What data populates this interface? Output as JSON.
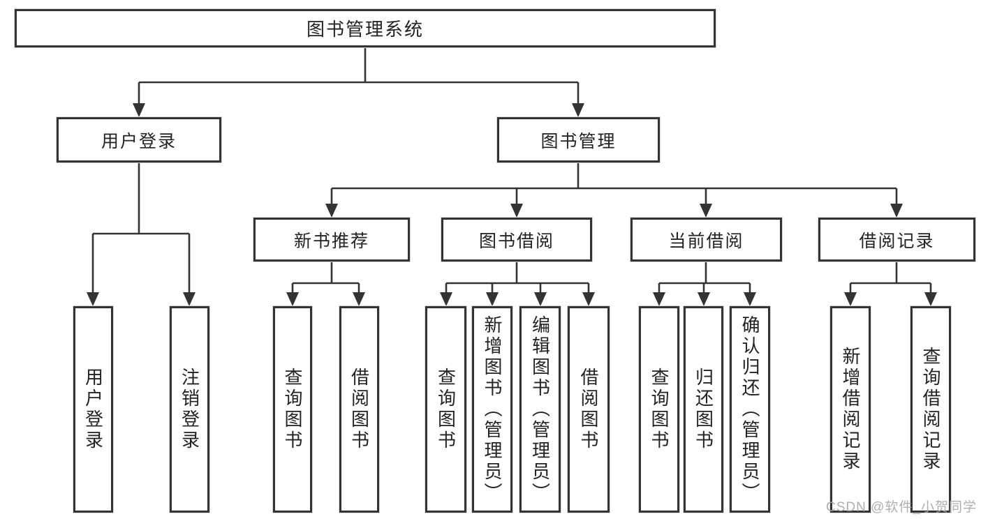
{
  "colors": {
    "ink": "#333333",
    "background": "#ffffff",
    "watermark": "#a8a8a8"
  },
  "watermark": {
    "text": "CSDN @软件_小贺同学"
  },
  "diagram": {
    "root": {
      "label": "图书管理系统"
    },
    "branches": [
      {
        "label": "用户登录",
        "children": [
          {
            "label": "用户登录"
          },
          {
            "label": "注销登录"
          }
        ]
      },
      {
        "label": "图书管理",
        "children": [
          {
            "label": "新书推荐",
            "children": [
              {
                "label": "查询图书"
              },
              {
                "label": "借阅图书"
              }
            ]
          },
          {
            "label": "图书借阅",
            "children": [
              {
                "label": "查询图书"
              },
              {
                "label": "新增图书（管理员）"
              },
              {
                "label": "编辑图书（管理员）"
              },
              {
                "label": "借阅图书"
              }
            ]
          },
          {
            "label": "当前借阅",
            "children": [
              {
                "label": "查询图书"
              },
              {
                "label": "归还图书"
              },
              {
                "label": "确认归还（管理员）"
              }
            ]
          },
          {
            "label": "借阅记录",
            "children": [
              {
                "label": "新增借阅记录"
              },
              {
                "label": "查询借阅记录"
              }
            ]
          }
        ]
      }
    ]
  }
}
